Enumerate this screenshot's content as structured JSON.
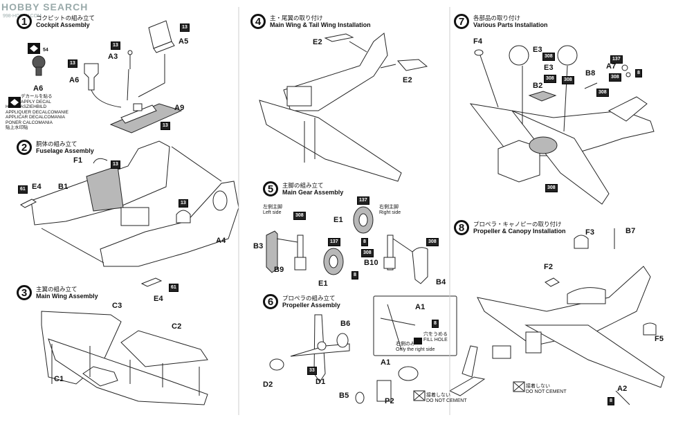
{
  "watermark": {
    "text": "HOBBY SEARCH",
    "sub": "998-HOBBY.COM"
  },
  "steps": [
    {
      "num": "1",
      "jp": "コクピットの組み立て",
      "en": "Cockpit Assembly"
    },
    {
      "num": "2",
      "jp": "胴体の組み立て",
      "en": "Fuselage Assembly"
    },
    {
      "num": "3",
      "jp": "主翼の組み立て",
      "en": "Main Wing Assembly"
    },
    {
      "num": "4",
      "jp": "主・尾翼の取り付け",
      "en": "Main Wing & Tail Wing Installation"
    },
    {
      "num": "5",
      "jp": "主脚の組み立て",
      "en": "Main Gear Assembly"
    },
    {
      "num": "6",
      "jp": "プロペラの組み立て",
      "en": "Propeller Assembly"
    },
    {
      "num": "7",
      "jp": "各部品の取り付け",
      "en": "Various Parts Installation"
    },
    {
      "num": "8",
      "jp": "プロペラ・キャノピーの取り付け",
      "en": "Propeller & Canopy Installation"
    }
  ],
  "decal_note": [
    "デカールを貼る",
    "APPLY DECAL",
    "HIEAR ASZIEHBILD",
    "APPLIQUER DECALCOMANIE",
    "APPLICAR DECALCOMANIA",
    "PONER CALCOMANIA",
    "贴上水印贴"
  ],
  "side_labels": {
    "left_jp": "左側主脚",
    "left_en": "Left side",
    "right_jp": "右側主脚",
    "right_en": "Right side"
  },
  "notes": {
    "fill_hole_jp": "穴をうめる",
    "fill_hole_en": "FILL HOLE",
    "only_right_jp": "右側のみ",
    "only_right_en": "Only the right side",
    "no_cement_jp": "接着しない",
    "no_cement_en": "DO NOT CEMENT"
  },
  "part_labels": {
    "a5": "A5",
    "a3": "A3",
    "a6a": "A6",
    "a6b": "A6",
    "a9": "A9",
    "f1": "F1",
    "e4a": "E4",
    "b1": "B1",
    "a4": "A4",
    "e4b": "E4",
    "c3": "C3",
    "c2": "C2",
    "c1": "C1",
    "e2a": "E2",
    "e2b": "E2",
    "b3": "B3",
    "b9": "B9",
    "e1a": "E1",
    "e1b": "E1",
    "b10": "B10",
    "b4": "B4",
    "b6": "B6",
    "d2": "D2",
    "d1": "D1",
    "b5": "B5",
    "p2": "P2",
    "a1a": "A1",
    "a1b": "A1",
    "f4": "F4",
    "e3a": "E3",
    "e3b": "E3",
    "b8": "B8",
    "b2": "B2",
    "a7": "A7",
    "f3": "F3",
    "b7": "B7",
    "f2": "F2",
    "f5": "F5",
    "a2": "A2"
  },
  "paint_codes": {
    "p13a": "13",
    "p13b": "13",
    "p13c": "13",
    "p13d": "13",
    "p54": "54",
    "p61a": "61",
    "p13e": "13",
    "p13f": "13",
    "p61b": "61",
    "p308a": "308",
    "p137a": "137",
    "p8a": "8",
    "p308b": "308",
    "p8b": "8",
    "p137b": "137",
    "p308c": "308",
    "p33": "33",
    "p8c": "8",
    "p308d": "308",
    "p308e": "308",
    "p308f": "308",
    "p308g": "308",
    "p137c": "137",
    "p8d": "8",
    "p308h": "308",
    "p308i": "308",
    "p8e": "8"
  }
}
